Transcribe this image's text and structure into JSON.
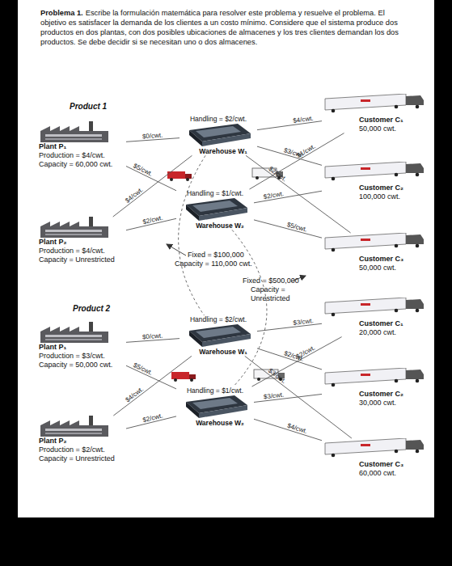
{
  "diagram": {
    "title": "Problema 1.",
    "nodes": [
      {
        "text": [
          "Plant P₁",
          "Production = $4/cwt.",
          "Capacity = 60,000 cwt."
        ]
      },
      {
        "text": [
          "Plant P₂",
          "Production = $4/cwt.",
          "Capacity = Unrestricted"
        ]
      },
      {
        "text": [
          "Handling = $2/cwt.",
          "Warehouse W₁"
        ]
      },
      {
        "text": [
          "Handling = $1/cwt.",
          "Warehouse W₂"
        ]
      },
      {
        "text": [
          "Customer C₁",
          "50,000 cwt."
        ]
      },
      {
        "text": [
          "Customer C₂",
          "100,000 cwt."
        ]
      },
      {
        "text": [
          "Customer C₃",
          "50,000 cwt."
        ]
      },
      {
        "text": [
          "Plant P₁",
          "Production = $3/cwt.",
          "Capacity = 50,000 cwt."
        ]
      },
      {
        "text": [
          "Plant P₂",
          "Production = $2/cwt.",
          "Capacity = Unrestricted"
        ]
      },
      {
        "text": [
          "Handling = $2/cwt.",
          "Warehouse W₁"
        ]
      },
      {
        "text": [
          "Handling = $1/cwt.",
          "Warehouse W₂"
        ]
      },
      {
        "text": [
          "Customer C₁",
          "20,000 cwt."
        ]
      },
      {
        "text": [
          "Customer C₂",
          "30,000 cwt."
        ]
      },
      {
        "text": [
          "Customer C₃",
          "60,000 cwt."
        ]
      }
    ],
    "edges": [
      {
        "from": 0,
        "to": 2,
        "arrow": "none",
        "label": "$0/cwt."
      },
      {
        "from": 0,
        "to": 3,
        "arrow": "none",
        "label": "$5/cwt."
      },
      {
        "from": 1,
        "to": 2,
        "arrow": "none",
        "label": "$4/cwt."
      },
      {
        "from": 1,
        "to": 3,
        "arrow": "none",
        "label": "$2/cwt."
      },
      {
        "from": 2,
        "to": 4,
        "arrow": "none",
        "label": "$4/cwt."
      },
      {
        "from": 2,
        "to": 5,
        "arrow": "none",
        "label": "$3/cwt."
      },
      {
        "from": 2,
        "to": 6,
        "arrow": "none",
        "label": "$2/cwt."
      },
      {
        "from": 3,
        "to": 4,
        "arrow": "none",
        "label": "$1/cwt."
      },
      {
        "from": 3,
        "to": 5,
        "arrow": "none",
        "label": "$2/cwt."
      },
      {
        "from": 3,
        "to": 6,
        "arrow": "none",
        "label": "$5/cwt."
      },
      {
        "from": 7,
        "to": 9,
        "arrow": "none",
        "label": "$0/cwt."
      },
      {
        "from": 7,
        "to": 10,
        "arrow": "none",
        "label": "$5/cwt."
      },
      {
        "from": 8,
        "to": 9,
        "arrow": "none",
        "label": "$4/cwt."
      },
      {
        "from": 8,
        "to": 10,
        "arrow": "none",
        "label": "$2/cwt."
      },
      {
        "from": 9,
        "to": 11,
        "arrow": "none",
        "label": "$3/cwt."
      },
      {
        "from": 9,
        "to": 12,
        "arrow": "none",
        "label": "$2/cwt."
      },
      {
        "from": 9,
        "to": 13,
        "arrow": "none",
        "label": "$3/cwt."
      },
      {
        "from": 10,
        "to": 11,
        "arrow": "none",
        "label": "$2/cwt."
      },
      {
        "from": 10,
        "to": 12,
        "arrow": "none",
        "label": "$3/cwt."
      },
      {
        "from": 10,
        "to": 13,
        "arrow": "none",
        "label": "$4/cwt."
      },
      {
        "from": 2,
        "to": 9,
        "arrow": "none"
      },
      {
        "from": 3,
        "to": 10,
        "arrow": "none"
      }
    ],
    "labels": [
      "Escribe la formulación matemática para resolver este problema y resuelve el problema. El objetivo es satisfacer la demanda de los clientes a un costo mínimo. Considere que el sistema produce dos productos en dos plantas, con dos posibles ubicaciones de almacenes y los tres clientes demandan los dos productos. Se debe decidir si se necesitan uno o dos almacenes.",
      "Product 1",
      "Fixed = $100,000",
      "Capacity = 110,000 cwt.",
      "Fixed = $500,000",
      "Capacity = Unrestricted",
      "Product 2"
    ]
  }
}
